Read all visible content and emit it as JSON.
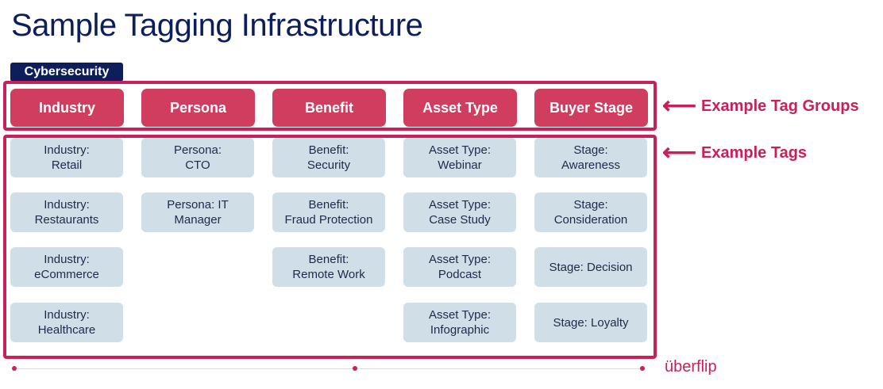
{
  "title": "Sample Tagging Infrastructure",
  "badge": "Cybersecurity",
  "groups": [
    "Industry",
    "Persona",
    "Benefit",
    "Asset Type",
    "Buyer Stage"
  ],
  "tags": {
    "industry": [
      "Industry:\nRetail",
      "Industry:\nRestaurants",
      "Industry:\neCommerce",
      "Industry:\nHealthcare"
    ],
    "persona": [
      "Persona:\nCTO",
      "Persona: IT\nManager"
    ],
    "benefit": [
      "Benefit:\nSecurity",
      "Benefit:\nFraud Protection",
      "Benefit:\nRemote Work"
    ],
    "asset_type": [
      "Asset Type:\nWebinar",
      "Asset Type:\nCase Study",
      "Asset Type:\nPodcast",
      "Asset Type:\nInfographic"
    ],
    "buyer_stage": [
      "Stage:\nAwareness",
      "Stage:\nConsideration",
      "Stage: Decision",
      "Stage: Loyalty"
    ]
  },
  "callouts": {
    "groups_label": "Example Tag Groups",
    "tags_label": "Example Tags",
    "arrow_icon": "arrow-left-icon"
  },
  "logo": "überflip",
  "colors": {
    "navy": "#0e1e5b",
    "magenta": "#c8205a",
    "group_fill": "#d13d5f",
    "tag_fill": "#d0dee8"
  }
}
